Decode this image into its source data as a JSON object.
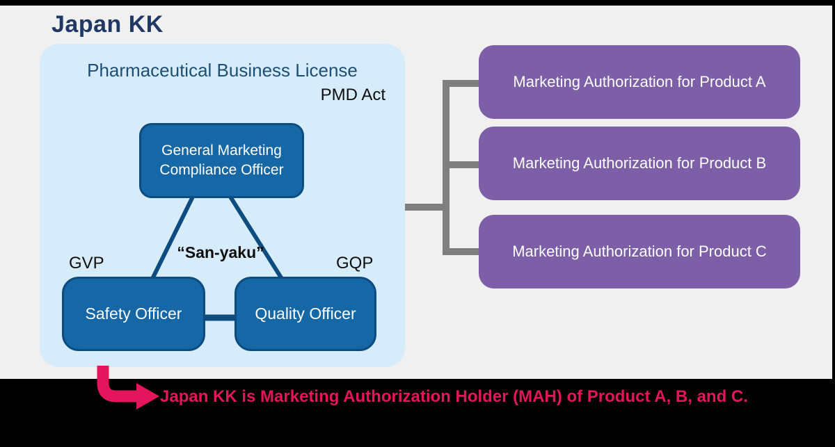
{
  "page": {
    "title": "Japan KK"
  },
  "license": {
    "title": "Pharmaceutical Business License",
    "act_label": "PMD Act",
    "center_label": "“San-yaku”",
    "left_tag": "GVP",
    "right_tag": "GQP",
    "officers": {
      "general": "General Marketing Compliance Officer",
      "safety": "Safety Officer",
      "quality": "Quality Officer"
    }
  },
  "authorizations": {
    "items": [
      {
        "label": "Marketing Authorization for Product A"
      },
      {
        "label": "Marketing Authorization for Product B"
      },
      {
        "label": "Marketing Authorization for Product C"
      }
    ]
  },
  "footnote": {
    "text": "Japan KK is Marketing Authorization Holder (MAH) of Product A, B, and C."
  },
  "colors": {
    "background": "#000000",
    "slide": "#F0F0F1",
    "title_navy": "#203864",
    "license_fill": "#D7ECFA",
    "license_title": "#1C4E76",
    "officer_fill": "#1567A6",
    "officer_border": "#0D4C7F",
    "authorization_fill": "#7C5FA7",
    "connector_gray": "#7F7F7F",
    "accent_crimson": "#E4155C"
  }
}
